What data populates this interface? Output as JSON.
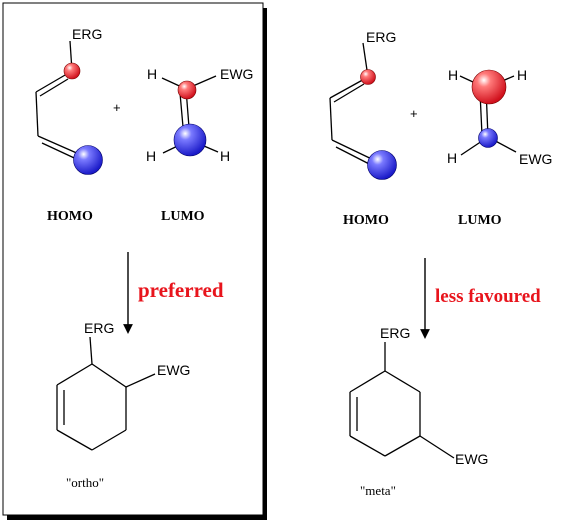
{
  "colors": {
    "bond": "#000000",
    "homo_lobe": "#e0202c",
    "lumo_lobe": "#2a2ad8",
    "emphasis": "#e8141c",
    "frame_shadow": "#000000"
  },
  "left_panel": {
    "diene_substituent": "ERG",
    "dienophile_h_top": "H",
    "dienophile_substituent": "EWG",
    "dienophile_h_bottom_left": "H",
    "dienophile_h_bottom_right": "H",
    "plus": "+",
    "homo_label": "HOMO",
    "lumo_label": "LUMO",
    "arrow_label": "preferred",
    "product_erg": "ERG",
    "product_ewg": "EWG",
    "product_label": "\"ortho\""
  },
  "right_panel": {
    "diene_substituent": "ERG",
    "dienophile_h_top_left": "H",
    "dienophile_h_top_right": "H",
    "dienophile_h_bottom": "H",
    "dienophile_substituent": "EWG",
    "plus": "+",
    "homo_label": "HOMO",
    "lumo_label": "LUMO",
    "arrow_label": "less favoured",
    "product_erg": "ERG",
    "product_ewg": "EWG",
    "product_label": "\"meta\""
  }
}
